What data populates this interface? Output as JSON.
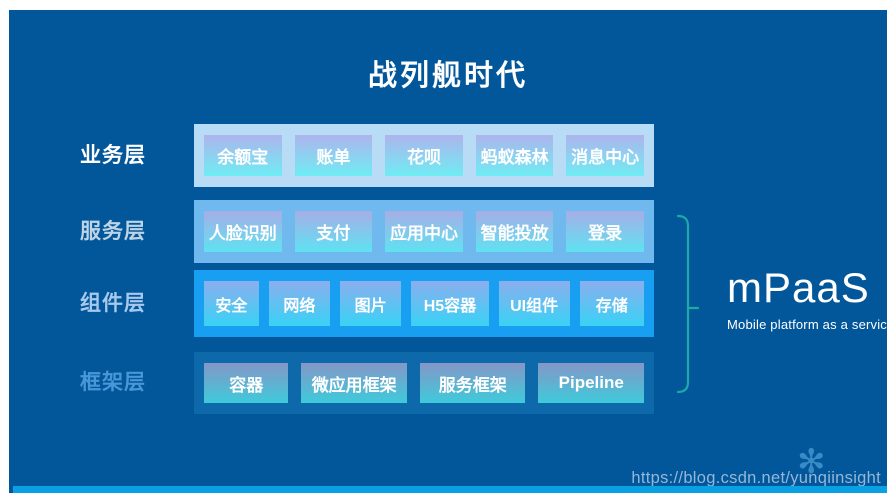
{
  "title": "战列舰时代",
  "layers": [
    {
      "label": "业务层",
      "items": [
        "余额宝",
        "账单",
        "花呗",
        "蚂蚁森林",
        "消息中心"
      ]
    },
    {
      "label": "服务层",
      "items": [
        "人脸识别",
        "支付",
        "应用中心",
        "智能投放",
        "登录"
      ]
    },
    {
      "label": "组件层",
      "items": [
        "安全",
        "网络",
        "图片",
        "H5容器",
        "UI组件",
        "存储"
      ]
    },
    {
      "label": "框架层",
      "items": [
        "容器",
        "微应用框架",
        "服务框架",
        "Pipeline"
      ]
    }
  ],
  "annotation": {
    "title": "mPaaS",
    "subtitle": "Mobile platform as a service"
  },
  "watermark": {
    "text": "https://blog.csdn.net/yunqiinsight",
    "logo_icon": "sparkle-icon",
    "logo_glyph": "✻"
  },
  "colors": {
    "bg": "#02569a",
    "bottom_bar": "#0aa0e4",
    "bracket": "#1caaa4",
    "watermark": "#93b7da",
    "label1": "#ffffff",
    "label2": "#bdd3e6",
    "label3": "#a6c9ed",
    "label4": "#4897d8",
    "row1_container": "#b9dcf6",
    "row2_container": "#70b9ef",
    "row3_container": "#189ff2",
    "row4_container": "#0d69a9",
    "row1_box_top": "#aeb4ed",
    "row1_box_bottom": "#6fecf3",
    "row2_box_top": "#a6aee6",
    "row2_box_bottom": "#5fe2f2",
    "row3_box_top": "#8aaeee",
    "row3_box_bottom": "#39d2f5",
    "row4_box_top": "#8496c7",
    "row4_box_bottom": "#3ecadb"
  }
}
